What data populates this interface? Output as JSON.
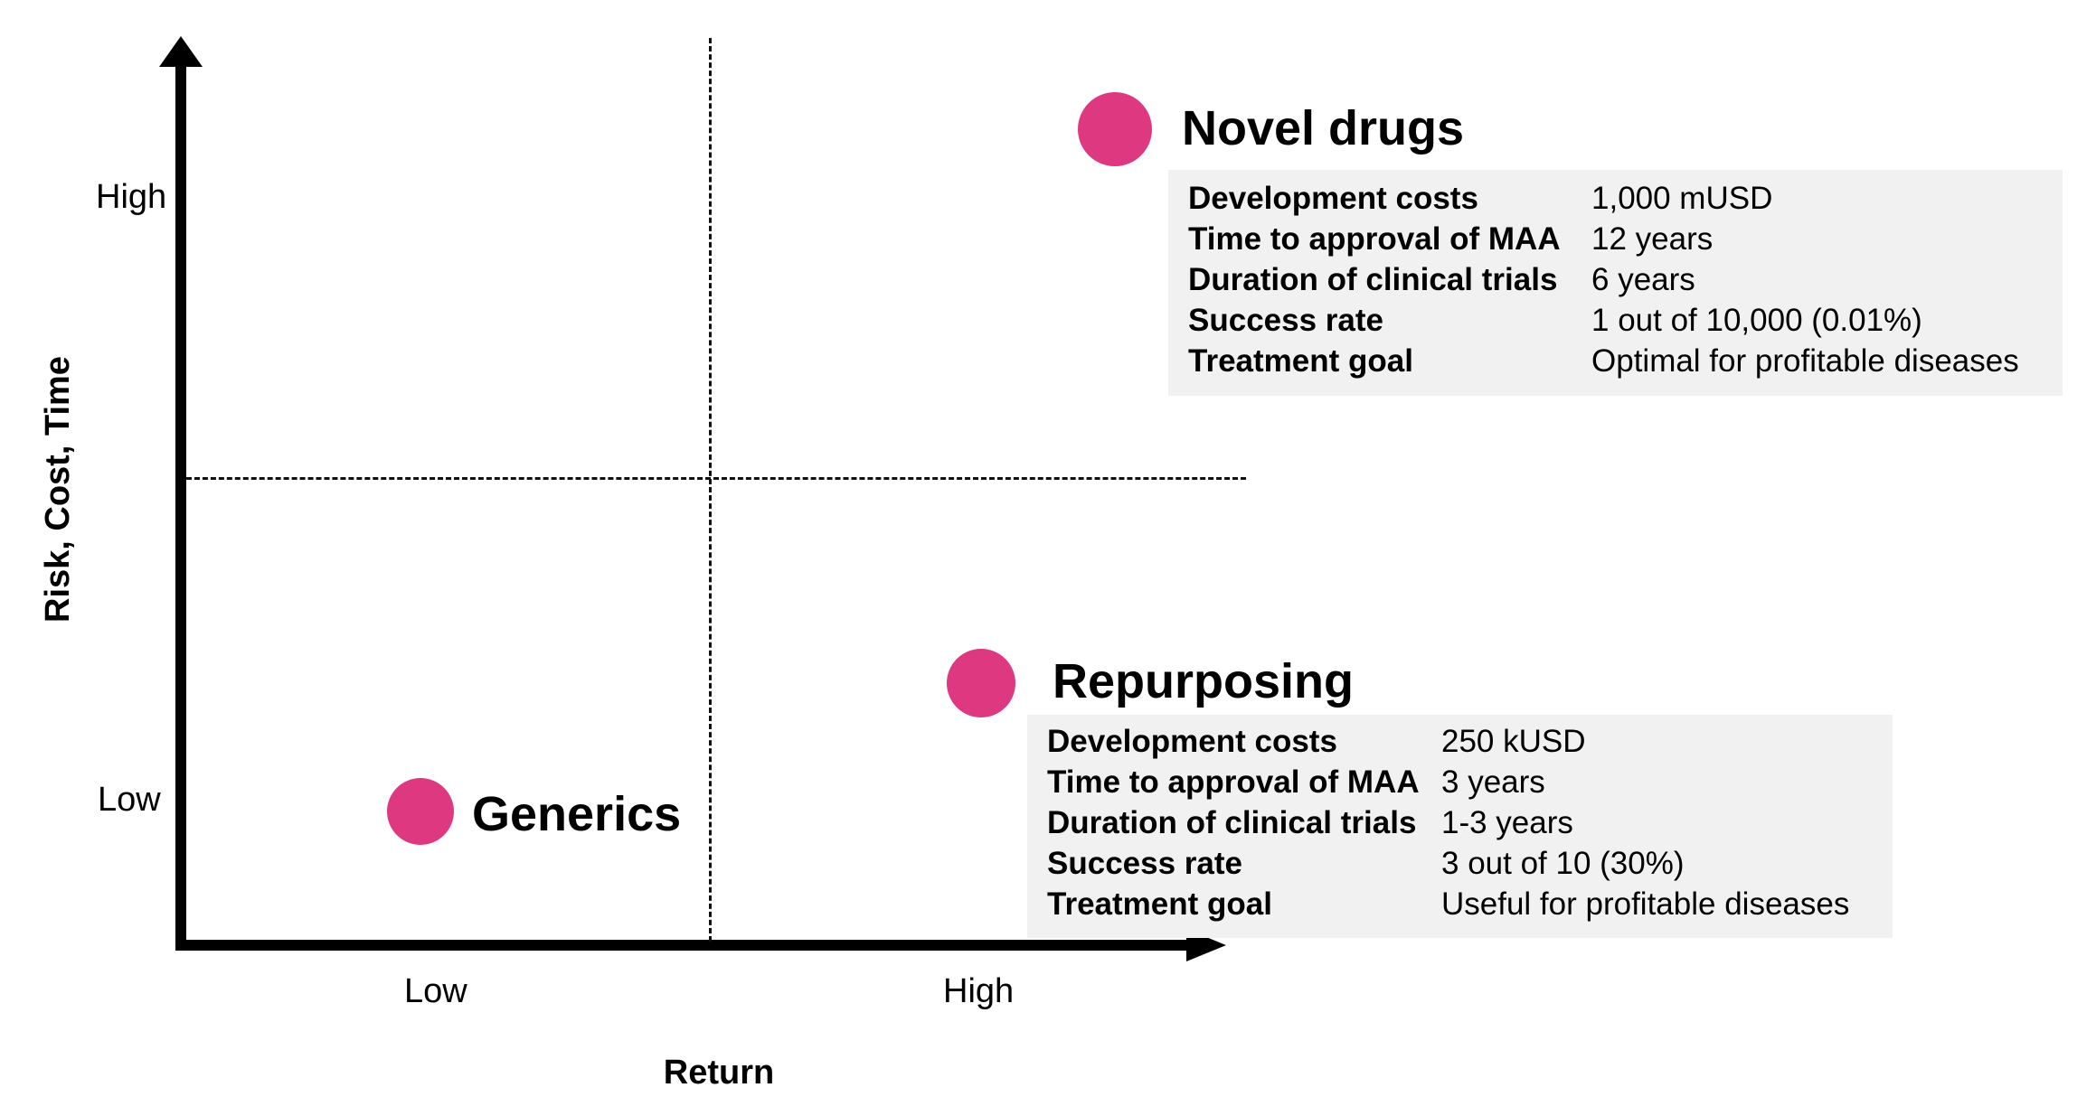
{
  "chart_data": {
    "type": "scatter",
    "title": "",
    "xlabel": "Return",
    "ylabel": "Risk, Cost, Time",
    "x_ticks": [
      "Low",
      "High"
    ],
    "y_ticks": [
      "Low",
      "High"
    ],
    "grid": "dashed quadrant dividers",
    "legend": "none",
    "accent_color": "#DD3880",
    "panel_bg": "#F1F1F1",
    "axis_color": "#000000",
    "points": [
      {
        "name": "Novel drugs",
        "x": "High",
        "y": "High",
        "x_norm": 0.93,
        "y_norm": 0.97
      },
      {
        "name": "Repurposing",
        "x": "High",
        "y": "Low",
        "x_norm": 0.78,
        "y_norm": 0.3
      },
      {
        "name": "Generics",
        "x": "Low",
        "y": "Low",
        "x_norm": 0.22,
        "y_norm": 0.16
      }
    ]
  },
  "axes": {
    "y_title": "Risk, Cost, Time",
    "x_title": "Return",
    "y_high": "High",
    "y_low": "Low",
    "x_low": "Low",
    "x_high": "High"
  },
  "groups": [
    {
      "id": "novel",
      "title": "Novel drugs",
      "rows": [
        {
          "label": "Development costs",
          "value": "1,000 mUSD"
        },
        {
          "label": "Time to approval of MAA",
          "value": "12 years"
        },
        {
          "label": "Duration of clinical trials",
          "value": "6 years"
        },
        {
          "label": "Success rate",
          "value": "1 out of 10,000 (0.01%)"
        },
        {
          "label": "Treatment goal",
          "value": "Optimal for profitable diseases"
        }
      ]
    },
    {
      "id": "repurposing",
      "title": "Repurposing",
      "rows": [
        {
          "label": "Development costs",
          "value": "250 kUSD"
        },
        {
          "label": "Time to approval of MAA",
          "value": "3 years"
        },
        {
          "label": "Duration of clinical trials",
          "value": "1-3 years"
        },
        {
          "label": "Success rate",
          "value": "3 out of 10 (30%)"
        },
        {
          "label": "Treatment goal",
          "value": "Useful for profitable diseases"
        }
      ]
    },
    {
      "id": "generics",
      "title": "Generics",
      "rows": []
    }
  ]
}
